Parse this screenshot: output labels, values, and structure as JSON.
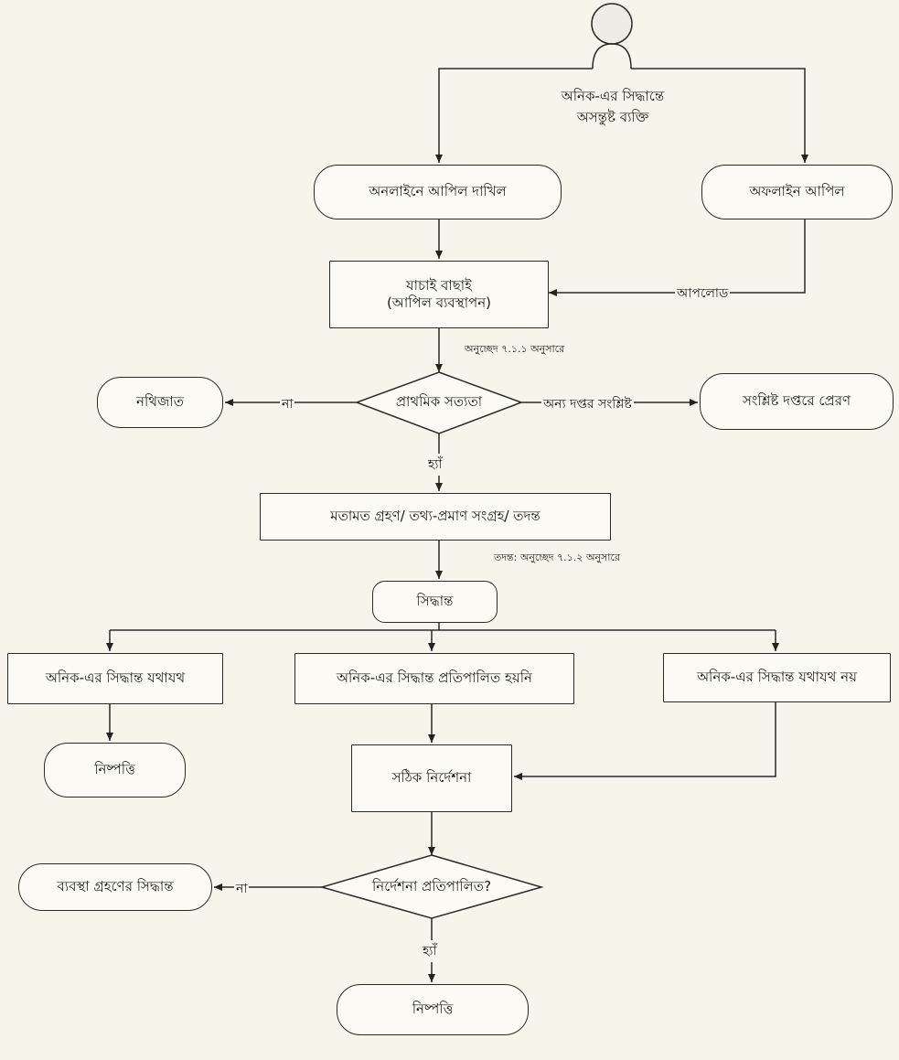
{
  "actor": {
    "line1": "অনিক-এর সিদ্ধান্তে",
    "line2": "অসন্তুষ্ট ব্যক্তি"
  },
  "nodes": {
    "online_appeal": "অনলাইনে আপিল দাখিল",
    "offline_appeal": "অফলাইন আপিল",
    "verify_line1": "যাচাই বাছাই",
    "verify_line2": "(আপিল ব্যবস্থাপন)",
    "primary_check": "প্রাথমিক সত্যতা",
    "rejected": "নথিজাত",
    "send_to_office": "সংশ্লিষ্ট দপ্তরে প্রেরণ",
    "investigate": "মতামত গ্রহণ/ তথ্য-প্রমাণ সংগ্রহ/ তদন্ত",
    "decision": "সিদ্ধান্ত",
    "outcome_correct": "অনিক-এর সিদ্ধান্ত যথাযথ",
    "outcome_not_followed": "অনিক-এর সিদ্ধান্ত প্রতিপালিত হয়নি",
    "outcome_incorrect": "অনিক-এর সিদ্ধান্ত যথাযথ নয়",
    "resolved_1": "নিষ্পত্তি",
    "correct_direction": "সঠিক নির্দেশনা",
    "direction_followed": "নির্দেশনা প্রতিপালিত?",
    "action_decision": "ব্যবস্থা গ্রহণের সিদ্ধান্ত",
    "resolved_2": "নিষ্পত্তি"
  },
  "labels": {
    "upload": "আপলোড",
    "no_1": "না",
    "other_office": "অন্য দপ্তর সংশ্লিষ্ট",
    "yes_1": "হ্যাঁ",
    "no_2": "না",
    "yes_2": "হ্যাঁ"
  },
  "notes": {
    "para_711": "অনুচ্ছেদ ৭.১.১ অনুসারে",
    "para_712": "তদন্ত: অনুচ্ছেদ ৭.১.২ অনুসারে"
  }
}
